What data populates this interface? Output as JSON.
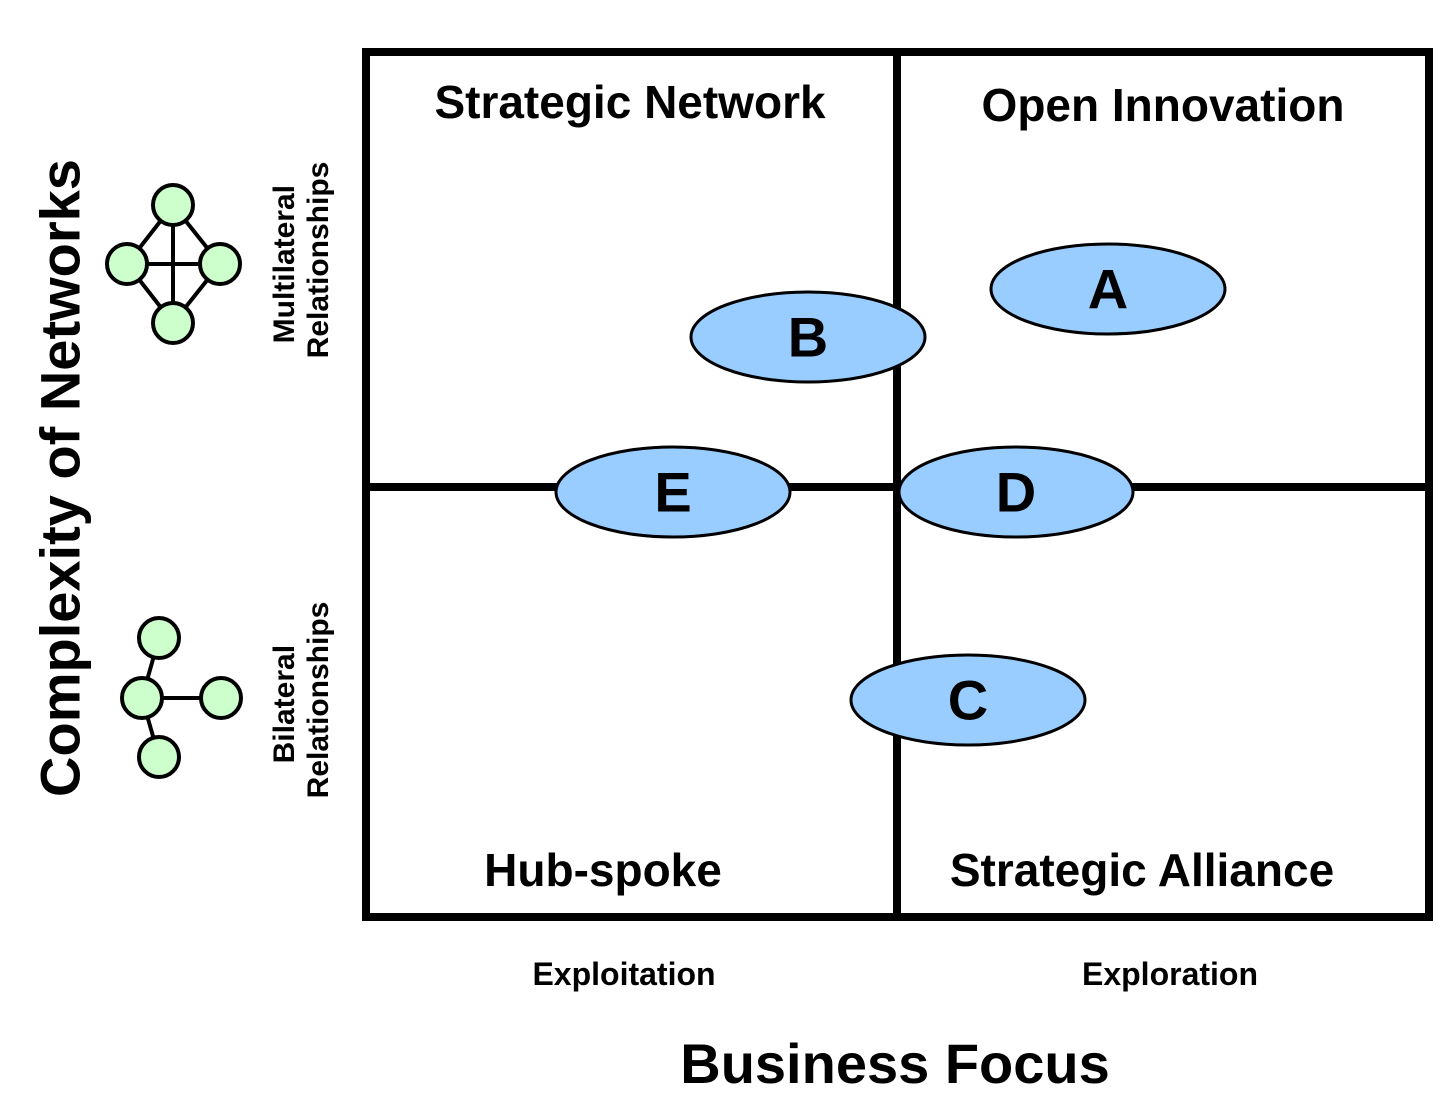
{
  "axes": {
    "y_title": "Complexity of Networks",
    "x_title": "Business Focus",
    "y_levels": [
      {
        "line1": "Multilateral",
        "line2": "Relationships"
      },
      {
        "line1": "Bilateral",
        "line2": "Relationships"
      }
    ],
    "x_levels": [
      "Exploitation",
      "Exploration"
    ]
  },
  "quadrants": {
    "top_left": "Strategic Network",
    "top_right": "Open Innovation",
    "bottom_left": "Hub-spoke",
    "bottom_right": "Strategic Alliance"
  },
  "markers": [
    {
      "id": "A"
    },
    {
      "id": "B"
    },
    {
      "id": "C"
    },
    {
      "id": "D"
    },
    {
      "id": "E"
    }
  ],
  "colors": {
    "marker_fill": "#99ccff",
    "node_fill": "#ccffcc",
    "stroke": "#000000"
  },
  "icons": [
    "multilateral-network-icon",
    "bilateral-network-icon"
  ]
}
